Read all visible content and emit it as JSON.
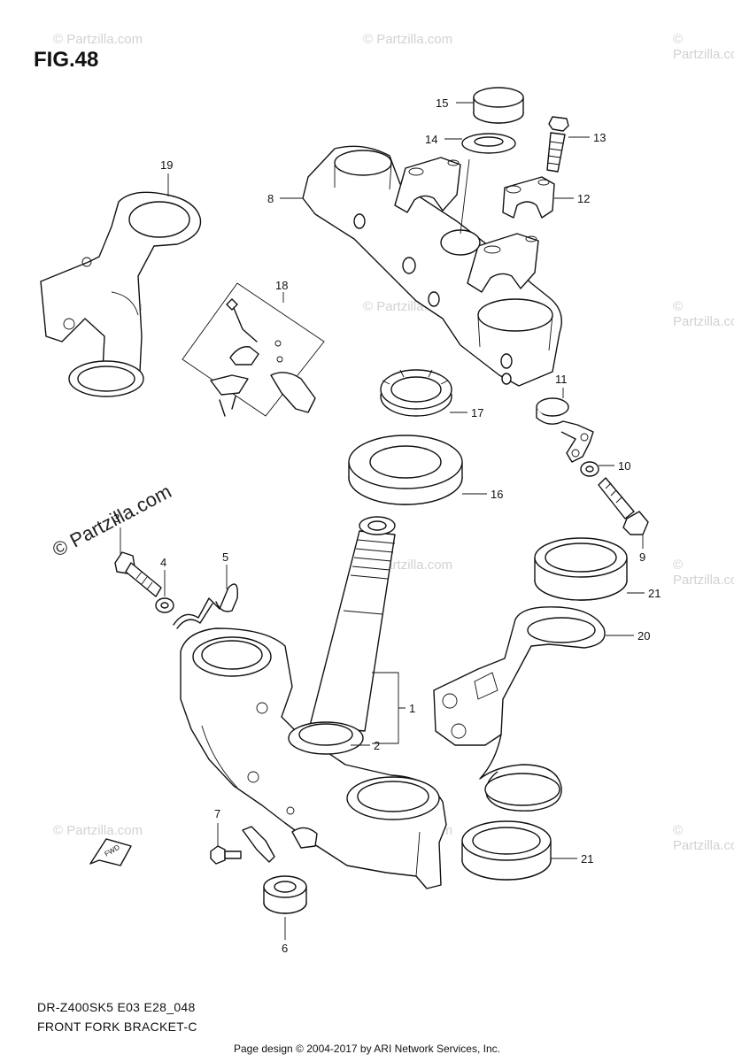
{
  "figure": {
    "title": "FIG.48",
    "model_code": "DR-Z400SK5 E03 E28_048",
    "caption": "FRONT FORK BRACKET-C"
  },
  "footer": "Page design © 2004-2017 by ARI Network Services, Inc.",
  "watermark": {
    "small": "© Partzilla.com",
    "big": "© Partzilla.com"
  },
  "fwd_badge": "FWD",
  "callouts": [
    {
      "id": "1",
      "text": "1"
    },
    {
      "id": "2",
      "text": "2"
    },
    {
      "id": "3",
      "text": "3"
    },
    {
      "id": "4",
      "text": "4"
    },
    {
      "id": "5",
      "text": "5"
    },
    {
      "id": "6",
      "text": "6"
    },
    {
      "id": "7",
      "text": "7"
    },
    {
      "id": "8",
      "text": "8"
    },
    {
      "id": "9",
      "text": "9"
    },
    {
      "id": "10",
      "text": "10"
    },
    {
      "id": "11",
      "text": "11"
    },
    {
      "id": "12",
      "text": "12"
    },
    {
      "id": "13",
      "text": "13"
    },
    {
      "id": "14",
      "text": "14"
    },
    {
      "id": "15",
      "text": "15"
    },
    {
      "id": "16",
      "text": "16"
    },
    {
      "id": "17",
      "text": "17"
    },
    {
      "id": "18",
      "text": "18"
    },
    {
      "id": "19",
      "text": "19"
    },
    {
      "id": "20",
      "text": "20"
    },
    {
      "id": "21a",
      "text": "21"
    },
    {
      "id": "21b",
      "text": "21"
    }
  ]
}
